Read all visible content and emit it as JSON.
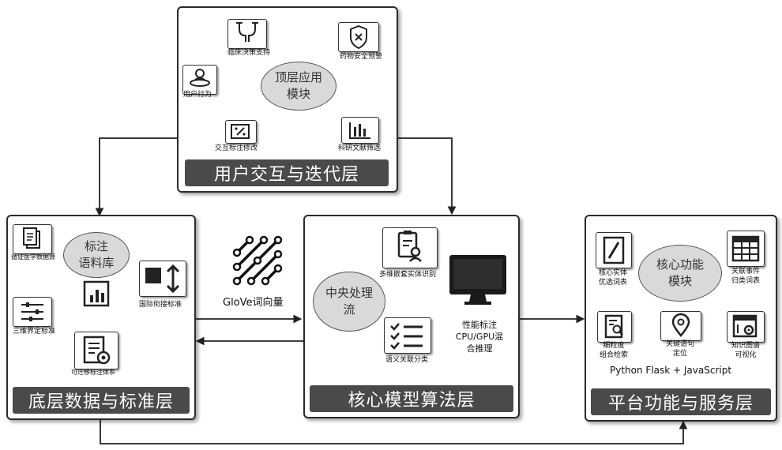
{
  "top": {
    "banner": "用户交互与迭代层",
    "bubble_line1": "顶层应用",
    "bubble_line2": "模块",
    "clinical": "临床决策支持",
    "drug_safety": "药物安全预警",
    "user_behavior": "用户行为",
    "annotation_edit": "交互标注修改",
    "literature": "科研文献筛选"
  },
  "left": {
    "banner": "底层数据与标准层",
    "bubble_line1": "标注",
    "bubble_line2": "语料库",
    "evidence_db": "循证医学数据源",
    "three_dim": "三维界定标准",
    "portable": "可迁移标注体系",
    "intl_standard": "国际衔接标准"
  },
  "middle": {
    "banner": "核心模型算法层",
    "bubble_line1": "中央处理",
    "bubble_line2": "流",
    "entity": "多维嵌套实体识别",
    "semantic": "语义关联分类",
    "gpu_line1": "性能标注",
    "gpu_line2": "CPU/GPU混",
    "gpu_line3": "合推理"
  },
  "glove": {
    "label": "GloVe词向量"
  },
  "right": {
    "banner": "平台功能与服务层",
    "bubble_line1": "核心功能",
    "bubble_line2": "模块",
    "core_entity_1": "核心实体",
    "core_entity_2": "优选词表",
    "event_1": "关联事件",
    "event_2": "归类词表",
    "fine_1": "细粒度",
    "fine_2": "组合检索",
    "keyword_1": "关键语句",
    "keyword_2": "定位",
    "graph_1": "知识图谱",
    "graph_2": "可视化",
    "tech": "Python Flask + JavaScript"
  }
}
